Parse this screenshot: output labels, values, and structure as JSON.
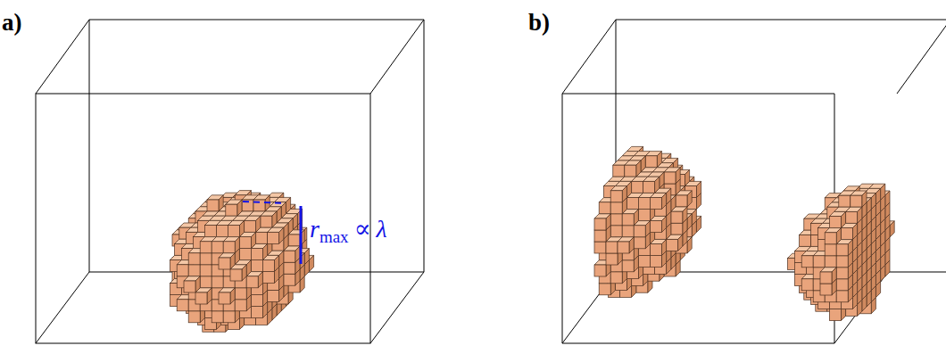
{
  "diagram": {
    "labels": [
      "a)",
      "b)",
      "r",
      "max",
      "∝",
      "λ"
    ]
  }
}
